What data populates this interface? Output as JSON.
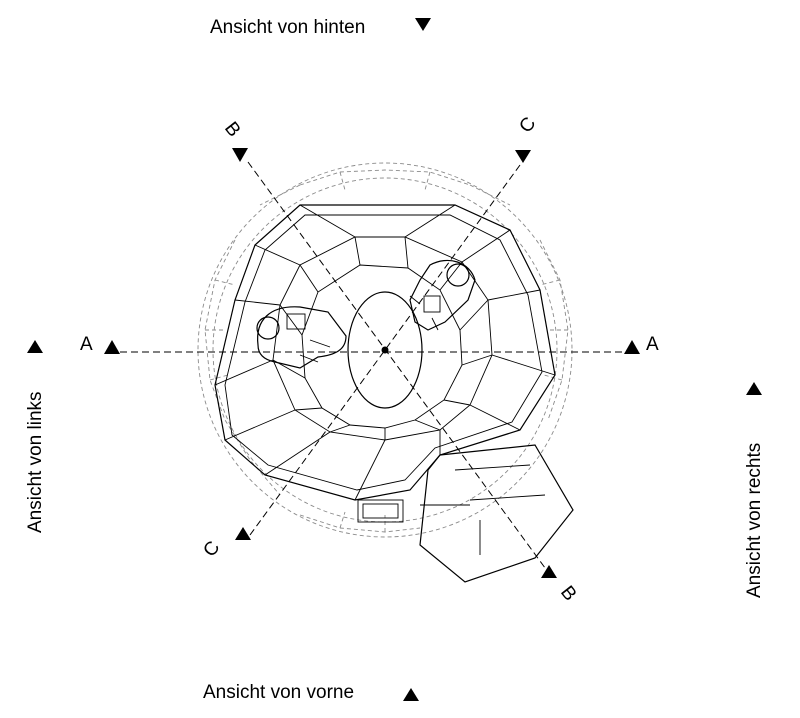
{
  "views": {
    "back": "Ansicht von hinten",
    "left": "Ansicht von links",
    "right": "Ansicht von rechts",
    "front": "Ansicht von vorne"
  },
  "sections": {
    "a": "A",
    "b": "B",
    "c": "C"
  },
  "colors": {
    "line": "#000000",
    "dome_outline": "#8a8a8a",
    "background": "#ffffff"
  }
}
